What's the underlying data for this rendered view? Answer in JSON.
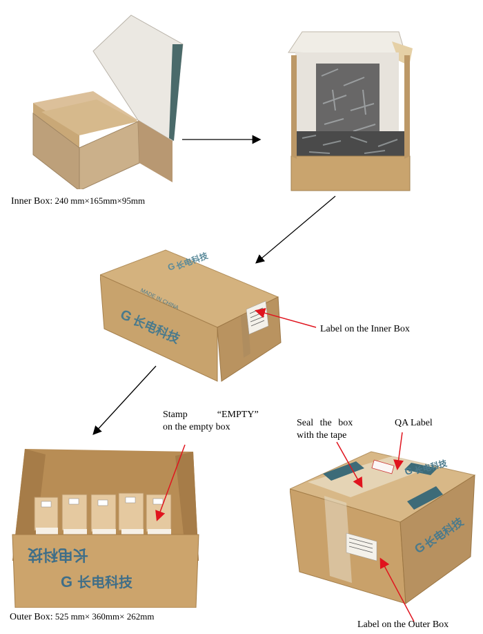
{
  "inner_box": {
    "caption_label": "Inner Box:",
    "caption_dims": "240 mm×165mm×95mm"
  },
  "labels": {
    "label_inner_box": "Label on the Inner Box",
    "stamp_line1": "Stamp",
    "stamp_word": "“EMPTY”",
    "stamp_line2": "on the empty box",
    "seal_line1": "Seal the box",
    "seal_line2": "with the tape",
    "qa_label": "QA Label",
    "label_outer_box": "Label on the Outer Box"
  },
  "outer_box": {
    "caption_label": "Outer Box:",
    "caption_dims": "525 mm× 360mm× 262mm"
  },
  "box_print": {
    "made_in": "MADE IN CHINA",
    "brand_cn": "长电科技"
  },
  "colors": {
    "cardboard": "#c9a574",
    "cardboard_dark": "#a8824f",
    "inner_lining": "#e8e4dc",
    "brand_blue": "#5a8a9a",
    "tape": "#3d6b78",
    "arrow_red": "#e0141e",
    "arrow_black": "#000000"
  }
}
